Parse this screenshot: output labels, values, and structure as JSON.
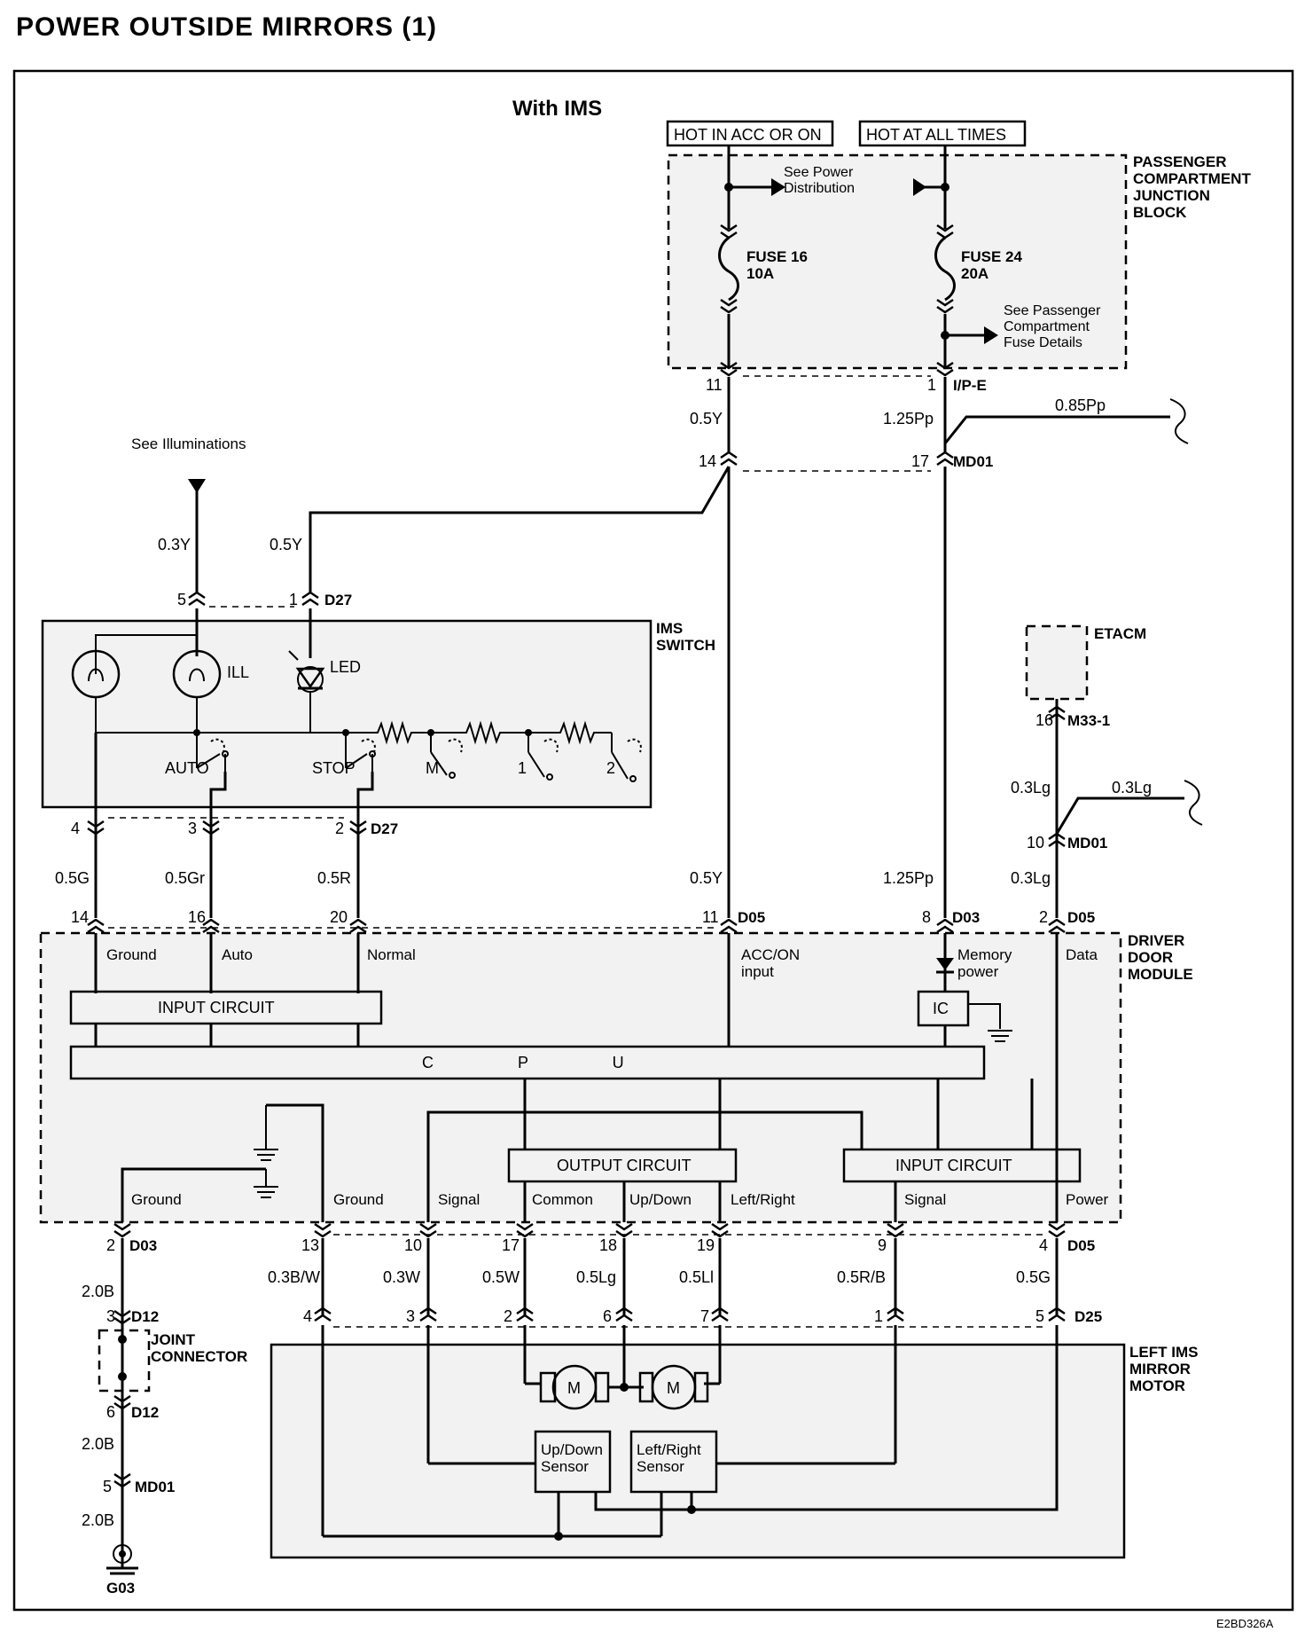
{
  "title": "POWER OUTSIDE MIRRORS (1)",
  "subtitle": "With IMS",
  "doc_code": "E2BD326A",
  "hot_labels": {
    "acc": "HOT IN ACC OR ON",
    "all": "HOT AT ALL TIMES"
  },
  "junction": {
    "name": "PASSENGER COMPARTMENT JUNCTION BLOCK",
    "name_lines": [
      "PASSENGER",
      "COMPARTMENT",
      "JUNCTION",
      "BLOCK"
    ],
    "see_power": [
      "See Power",
      "Distribution"
    ],
    "see_fuse": [
      "See Passenger",
      "Compartment",
      "Fuse Details"
    ],
    "fuse16": [
      "FUSE 16",
      "10A"
    ],
    "fuse24": [
      "FUSE 24",
      "20A"
    ]
  },
  "connectors": {
    "ipe": "I/P-E",
    "md01": "MD01",
    "d27": "D27",
    "d05": "D05",
    "d03": "D03",
    "d12": "D12",
    "d25": "D25",
    "m33": "M33-1"
  },
  "pins": {
    "ipe_11": "11",
    "ipe_1": "1",
    "md01_14": "14",
    "md01_17": "17",
    "d27_5": "5",
    "d27_1": "1",
    "d27_4": "4",
    "d27_3": "3",
    "d27_2": "2",
    "d05_14": "14",
    "d05_16": "16",
    "d05_20": "20",
    "d05_11": "11",
    "d03_8": "8",
    "d05_2": "2",
    "m33_16": "16",
    "md01_10": "10",
    "d03_2": "2",
    "d05_13": "13",
    "d05_10": "10",
    "d05_17": "17",
    "d05_18": "18",
    "d05_19": "19",
    "d05_9": "9",
    "d05_4": "4",
    "d25_4": "4",
    "d25_3": "3",
    "d25_2": "2",
    "d25_6": "6",
    "d25_7": "7",
    "d25_1": "1",
    "d25_5": "5",
    "d12_3": "3",
    "d12_6": "6",
    "md01_5": "5"
  },
  "wires": {
    "w05y": "0.5Y",
    "w125pp": "1.25Pp",
    "w085pp": "0.85Pp",
    "w03y": "0.3Y",
    "w05g": "0.5G",
    "w05gr": "0.5Gr",
    "w05r": "0.5R",
    "w03lg": "0.3Lg",
    "w20b": "2.0B",
    "w03bw": "0.3B/W",
    "w03w": "0.3W",
    "w05w": "0.5W",
    "w05lg": "0.5Lg",
    "w05li": "0.5Ll",
    "w05rb": "0.5R/B",
    "w05g2": "0.5G"
  },
  "see_illuminations": "See Illuminations",
  "ims_switch": {
    "name_lines": [
      "IMS",
      "SWITCH"
    ],
    "ill": "ILL",
    "led": "LED",
    "positions": [
      "AUTO",
      "STOP",
      "M",
      "1",
      "2"
    ]
  },
  "etacm": "ETACM",
  "ddm": {
    "name_lines": [
      "DRIVER",
      "DOOR",
      "MODULE"
    ],
    "ground": "Ground",
    "auto": "Auto",
    "normal": "Normal",
    "acc_on": [
      "ACC/ON",
      "input"
    ],
    "memory_power": [
      "Memory",
      "power"
    ],
    "data": "Data",
    "input_circuit": "INPUT CIRCUIT",
    "ic": "IC",
    "cpu": "C P U",
    "output_circuit": "OUTPUT CIRCUIT",
    "input_circuit2": "INPUT CIRCUIT",
    "bottom": [
      "Ground",
      "Ground",
      "Signal",
      "Common",
      "Up/Down",
      "Left/Right",
      "Signal",
      "Power"
    ]
  },
  "joint_connector": [
    "JOINT",
    "CONNECTOR"
  ],
  "ground_point": "G03",
  "motor": {
    "name_lines": [
      "LEFT IMS",
      "MIRROR",
      "MOTOR"
    ],
    "m": "M",
    "updown_sensor": [
      "Up/Down",
      "Sensor"
    ],
    "lr_sensor": [
      "Left/Right",
      "Sensor"
    ]
  }
}
